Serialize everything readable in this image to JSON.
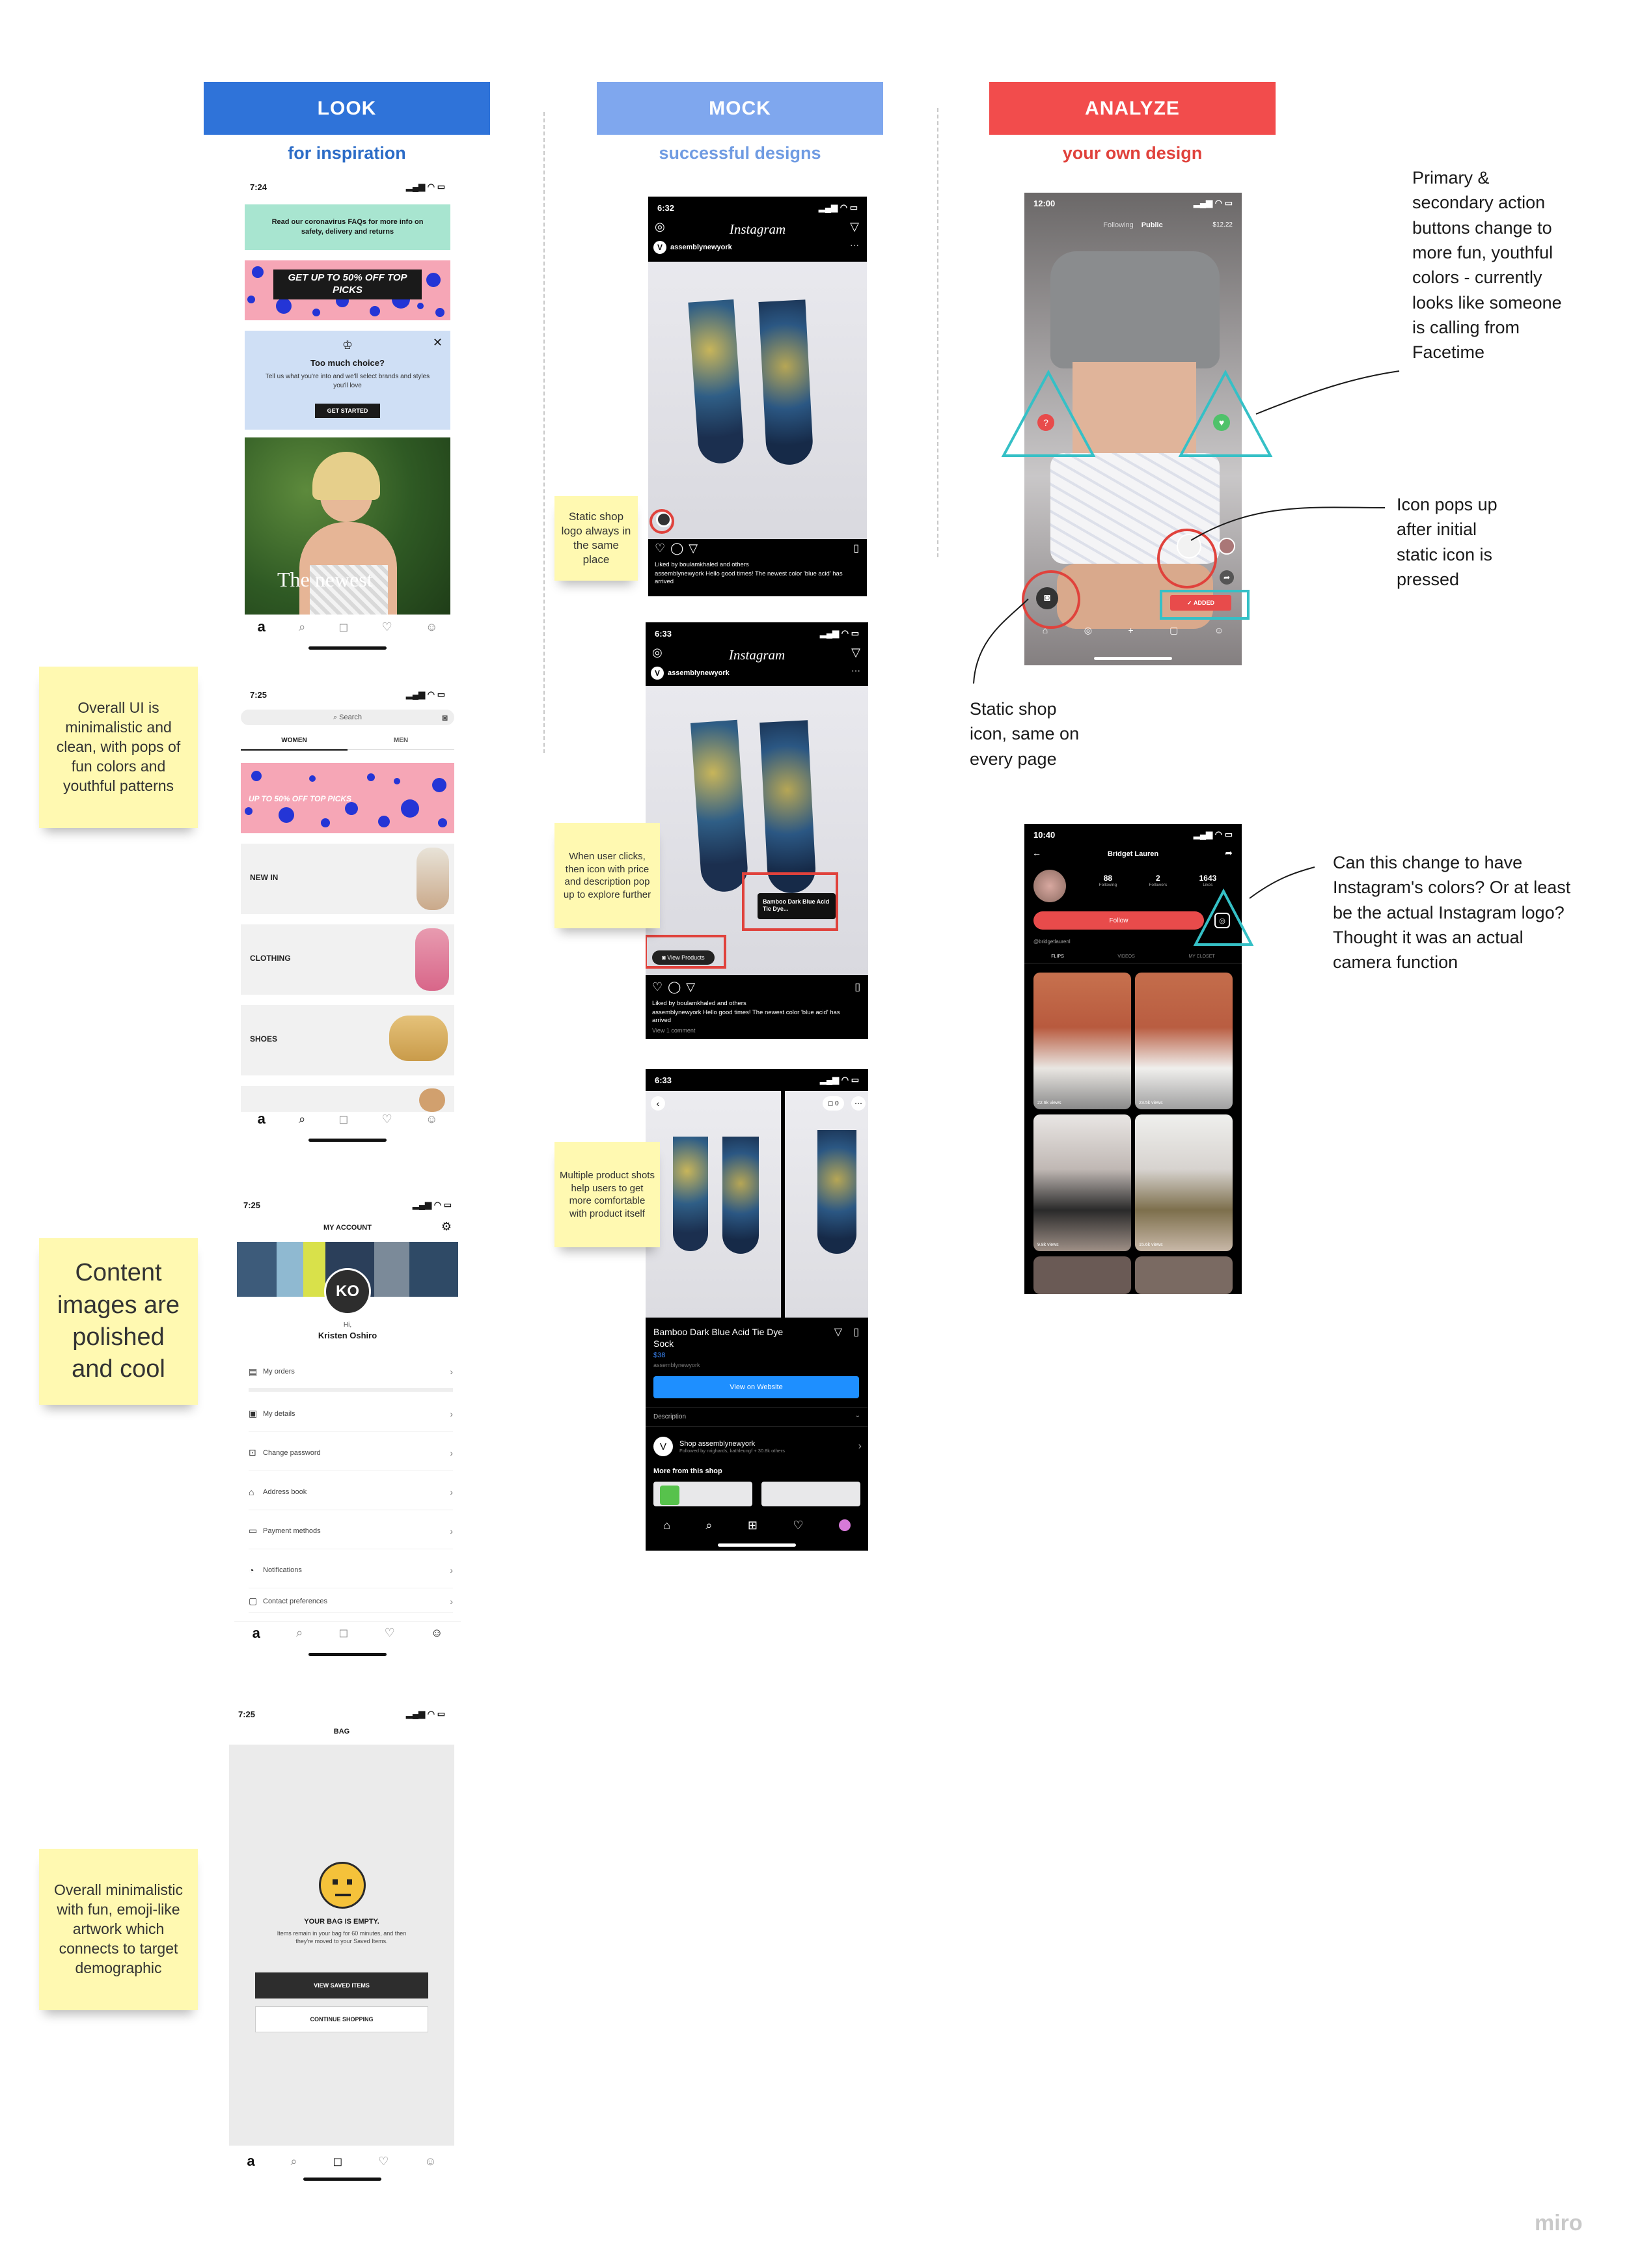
{
  "columns": {
    "look": {
      "title": "LOOK",
      "subtitle": "for inspiration",
      "color": "#2f73d9",
      "subcolor": "#2c6cc7"
    },
    "mock": {
      "title": "MOCK",
      "subtitle": "successful designs",
      "color": "#7fa7ee",
      "subcolor": "#6f9be2"
    },
    "analyze": {
      "title": "ANALYZE",
      "subtitle": "your own design",
      "color": "#f24c4c",
      "subcolor": "#e0423c"
    }
  },
  "stickies": {
    "overall_ui": "Overall UI is minimalistic and clean, with pops of fun colors and youthful patterns",
    "content_images": "Content images are polished and cool",
    "overall_minimal": "Overall minimalistic with fun, emoji-like artwork which connects to target demographic",
    "static_shop_logo": "Static shop logo always in the same place",
    "user_clicks": "When user clicks, then icon with price and description pop up to explore further",
    "multiple_shots": "Multiple product shots help users to get more comfortable with product itself"
  },
  "notes": {
    "primary_secondary": "Primary & secondary action buttons change to more fun, youthful colors - currently looks like someone is calling from Facetime",
    "icon_pops": "Icon pops up after initial static icon is pressed",
    "static_shop_icon": "Static shop icon, same on every page",
    "instagram_colors": "Can this change to have Instagram's colors? Or at least be the actual Instagram logo? Thought it was an actual camera function"
  },
  "asos_home": {
    "time": "7:24",
    "banner1": "Read our coronavirus FAQs for more info on safety, delivery and returns",
    "banner2": "GET UP TO 50% OFF TOP PICKS",
    "choice_title": "Too much choice?",
    "choice_body": "Tell us what you're into and we'll select brands and styles you'll love",
    "choice_button": "GET STARTED",
    "hero_text": "The newest"
  },
  "asos_search": {
    "time": "7:25",
    "search_placeholder": "Search",
    "tab_women": "WOMEN",
    "tab_men": "MEN",
    "promo": "UP TO 50% OFF TOP PICKS",
    "cat1": "NEW IN",
    "cat2": "CLOTHING",
    "cat3": "SHOES"
  },
  "asos_account": {
    "time": "7:25",
    "title": "MY ACCOUNT",
    "initials": "KO",
    "greeting": "Hi,",
    "name": "Kristen Oshiro",
    "items": [
      "My orders",
      "My details",
      "Change password",
      "Address book",
      "Payment methods",
      "Notifications",
      "Contact preferences"
    ]
  },
  "asos_bag": {
    "time": "7:25",
    "title": "BAG",
    "empty_title": "YOUR BAG IS EMPTY.",
    "empty_body": "Items remain in your bag for 60 minutes, and then they're moved to your Saved Items.",
    "btn_saved": "VIEW SAVED ITEMS",
    "btn_continue": "CONTINUE SHOPPING"
  },
  "ig1": {
    "time": "6:32",
    "app": "Instagram",
    "account": "assemblynewyork",
    "liked": "Liked by boulamkhaled and others",
    "caption": "assemblynewyork Hello good times! The newest color 'blue acid' has arrived"
  },
  "ig2": {
    "time": "6:33",
    "app": "Instagram",
    "account": "assemblynewyork",
    "tag": "Bamboo Dark Blue Acid Tie Dye...",
    "view_products": "View Products",
    "liked": "Liked by boulamkhaled and others",
    "caption": "assemblynewyork Hello good times! The newest color 'blue acid' has arrived",
    "comments": "View 1 comment"
  },
  "ig3": {
    "time": "6:33",
    "bag_count": "0",
    "product": "Bamboo Dark Blue Acid Tie Dye Sock",
    "price": "$38",
    "seller": "assemblynewyork",
    "view_website": "View on Website",
    "description": "Description",
    "shop": "Shop assemblynewyork",
    "shop_sub": "Followed by nrighards, kathleungf + 30.8k others",
    "more": "More from this shop"
  },
  "tiktok1": {
    "time": "12:00",
    "following": "Following",
    "public": "Public",
    "price": "$12.22",
    "added": "ADDED"
  },
  "tiktok2": {
    "time": "10:40",
    "name": "Bridget Lauren",
    "stats": [
      {
        "n": "88",
        "l": "Following"
      },
      {
        "n": "2",
        "l": "Followers"
      },
      {
        "n": "1643",
        "l": "Likes"
      }
    ],
    "follow": "Follow",
    "handle": "@bridgetlaurenl",
    "tabs": [
      "FLIPS",
      "VIDEOS",
      "MY CLOSET"
    ],
    "thumbs": [
      "22.6k views",
      "23.5k views",
      "9.8k views",
      "15.6k views"
    ]
  },
  "watermark": "miro"
}
